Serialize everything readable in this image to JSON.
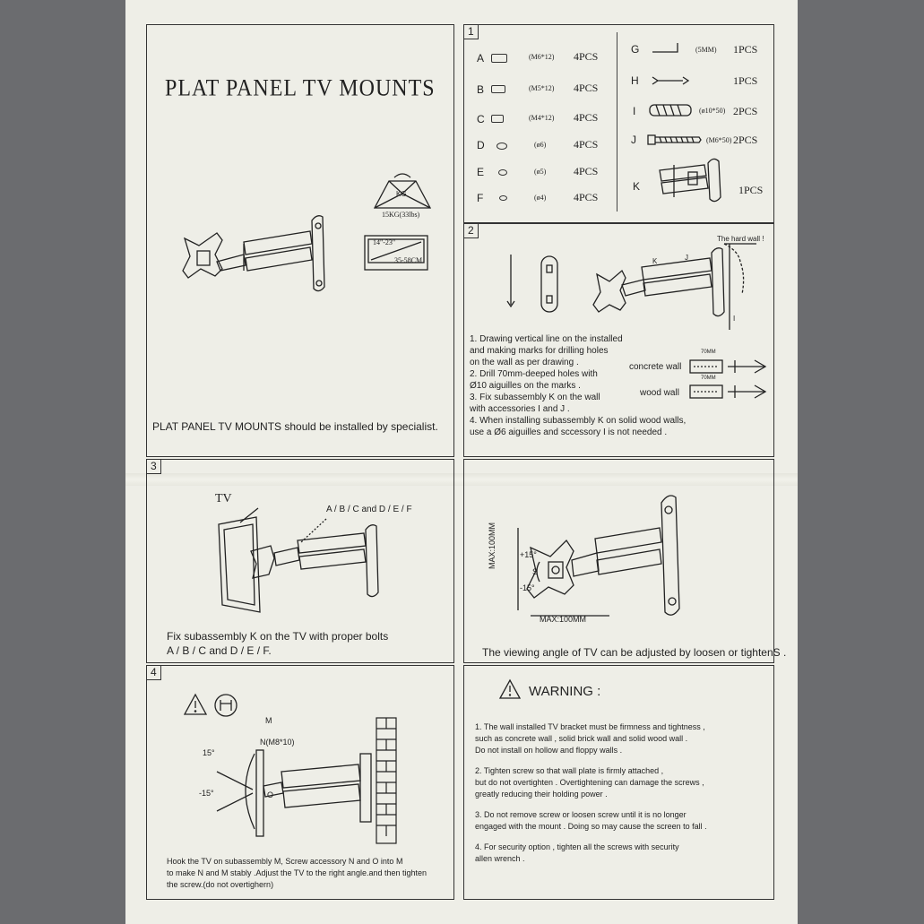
{
  "panel_intro": {
    "title": "PLAT PANEL TV MOUNTS",
    "weight_badge": "KG",
    "weight_caption": "15KG(33lbs)",
    "screen_size_top": "14\"-23\"",
    "screen_size_bottom": "35-58CM",
    "specialist_note": "PLAT PANEL TV MOUNTS should be installed by specialist."
  },
  "parts_panel": {
    "number": "1",
    "parts": [
      {
        "letter": "A",
        "spec": "(M6*12)",
        "qty": "4PCS"
      },
      {
        "letter": "B",
        "spec": "(M5*12)",
        "qty": "4PCS"
      },
      {
        "letter": "C",
        "spec": "(M4*12)",
        "qty": "4PCS"
      },
      {
        "letter": "D",
        "spec": "(ø6)",
        "qty": "4PCS"
      },
      {
        "letter": "E",
        "spec": "(ø5)",
        "qty": "4PCS"
      },
      {
        "letter": "F",
        "spec": "(ø4)",
        "qty": "4PCS"
      },
      {
        "letter": "G",
        "spec": "(5MM)",
        "qty": "1PCS"
      },
      {
        "letter": "H",
        "spec": "",
        "qty": "1PCS"
      },
      {
        "letter": "I",
        "spec": "(ø10*50)",
        "qty": "2PCS"
      },
      {
        "letter": "J",
        "spec": "(M6*50)",
        "qty": "2PCS"
      },
      {
        "letter": "K",
        "spec": "",
        "qty": "1PCS"
      }
    ]
  },
  "wall_panel": {
    "number": "2",
    "hard_wall_label": "The hard wall !",
    "label_k": "K",
    "label_j": "J",
    "label_i": "I",
    "steps": [
      "1.  Drawing vertical line on the installed",
      "     and making marks for drilling holes",
      "     on the wall as per drawing .",
      "2.  Drill 70mm-deeped holes with",
      "     Ø10 aiguilles on the marks .",
      "3.  Fix subassembly K on the wall",
      "     with accessories I and J .",
      "4.  When installing subassembly K on solid wood walls,",
      "     use a Ø6 aiguilles and sccessory I is not needed ."
    ],
    "concrete_label": "concrete wall",
    "wood_label": "wood wall",
    "depth_label": "70MM"
  },
  "tv_panel": {
    "number": "3",
    "tv_label": "TV",
    "bolts_label": "A / B / C and D / E / F",
    "caption_line1": "Fix subassembly K on the TV with proper bolts",
    "caption_line2": "A / B / C  and D / E / F."
  },
  "angle_panel": {
    "max_v": "MAX:100MM",
    "max_h": "MAX:100MM",
    "plus15": "+15°",
    "s_label": "S",
    "minus15": "-15°",
    "caption": "The viewing angle of TV can be adjusted by loosen or tightenS ."
  },
  "hook_panel": {
    "number": "4",
    "m_label": "M",
    "n_label": "N(M8*10)",
    "o_label": "O",
    "plus15": "15°",
    "minus15": "-15°",
    "caption": [
      "Hook the TV on subassembly M, Screw accessory N and O into M",
      "to make N and M stably .Adjust the TV to the right angle.and then tighten",
      "the screw.(do not overtighern)"
    ]
  },
  "warning": {
    "title": "WARNING :",
    "items": [
      "1.  The wall installed TV bracket must be firmness and tightness ,",
      "     such as concrete wall , solid brick wall and solid wood wall .",
      "     Do not install on hollow and floppy walls .",
      "2.  Tighten screw so that wall plate is firmly attached ,",
      "     but do not overtighten . Overtightening can damage the screws ,",
      "     greatly reducing their holding power .",
      "3.  Do not remove screw or loosen screw until it is no longer",
      "     engaged with the mount . Doing so may cause the screen to fall .",
      "4.  For security option , tighten all the screws with security",
      "     allen wrench ."
    ]
  }
}
